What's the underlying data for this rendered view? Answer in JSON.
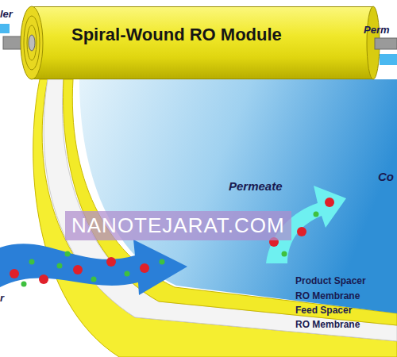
{
  "diagram": {
    "nodes": [
      {
        "text": [
          "Spiral-Wound RO Module"
        ]
      }
    ],
    "labels": [
      "ler",
      "Perm",
      "Permeate",
      "Co",
      "r",
      "Product Spacer",
      "RO Membrane",
      "Feed Spacer",
      "RO Membrane",
      "NANOTEJARAT.COM"
    ]
  }
}
